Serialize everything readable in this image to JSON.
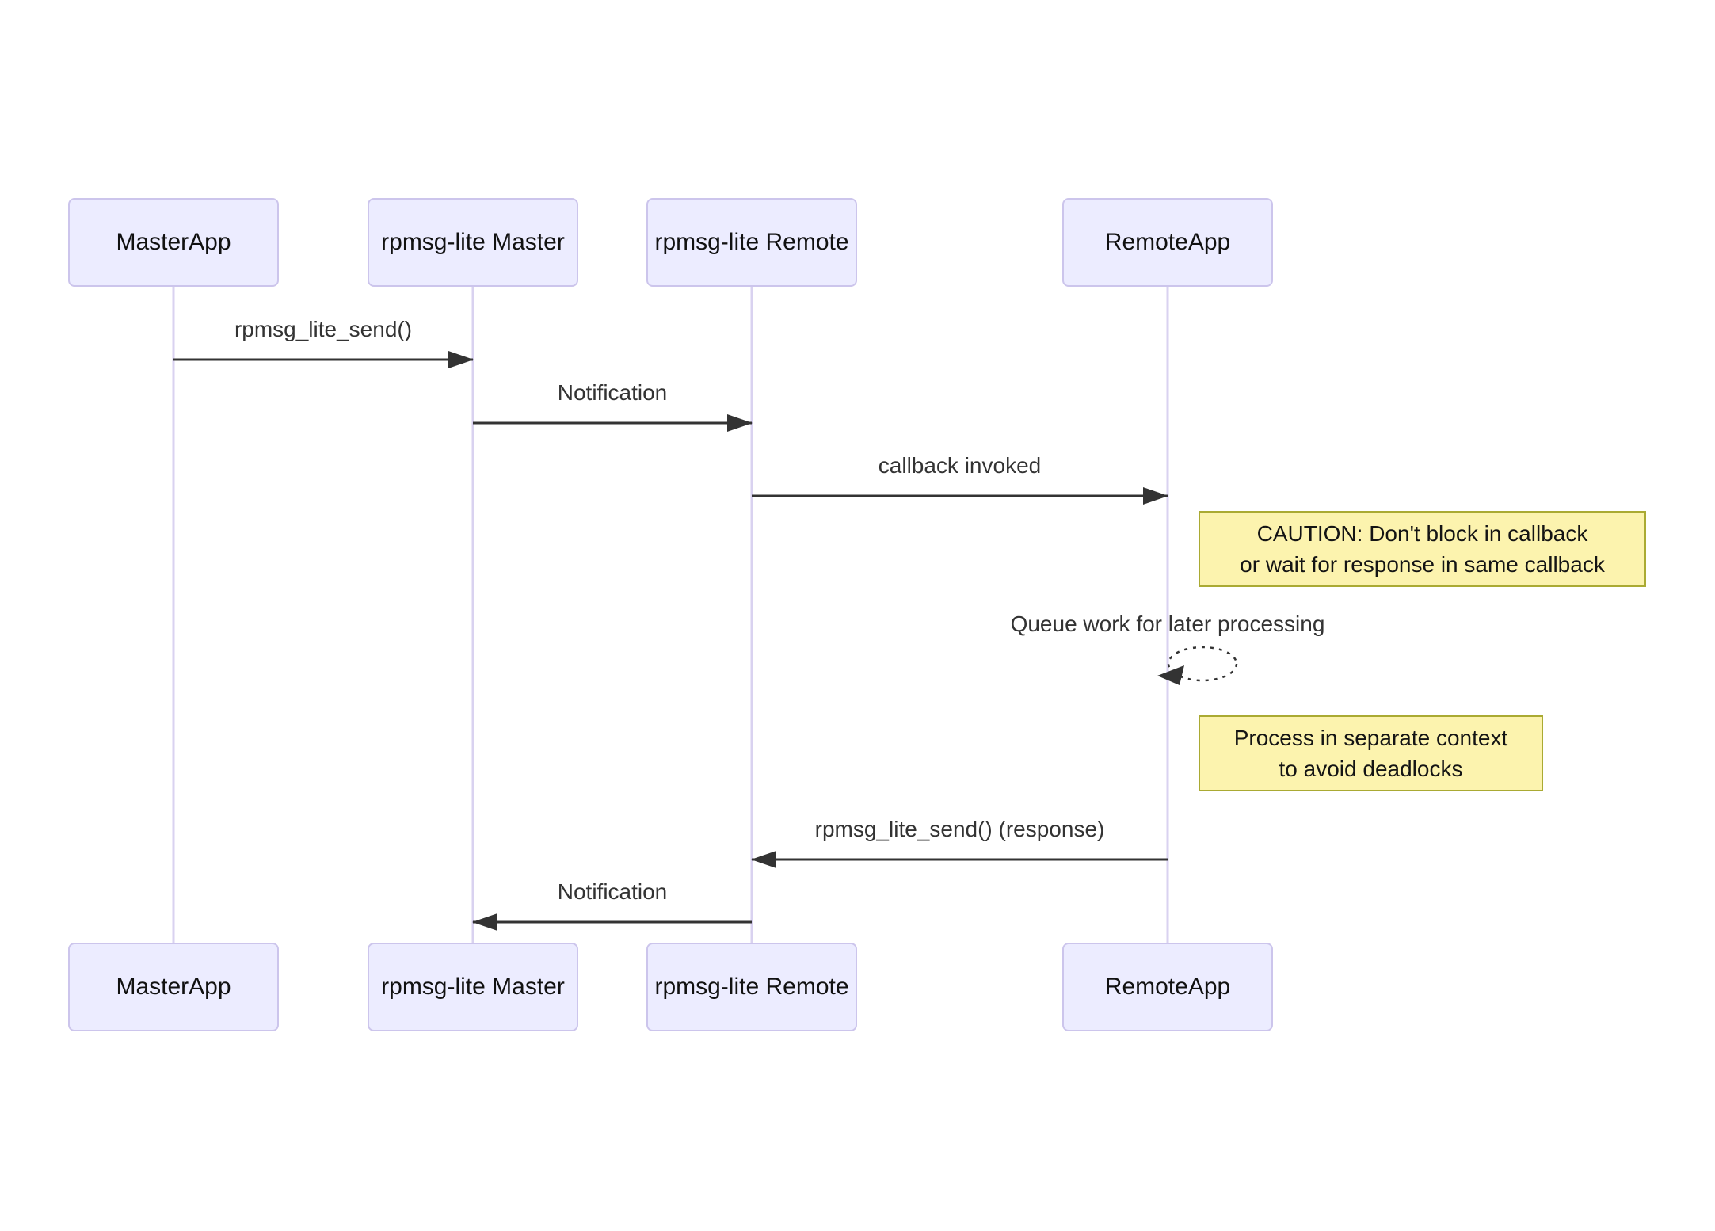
{
  "diagram": {
    "type": "sequence-diagram",
    "actors": [
      {
        "id": "masterapp",
        "label": "MasterApp"
      },
      {
        "id": "rpmsg-master",
        "label": "rpmsg-lite Master"
      },
      {
        "id": "rpmsg-remote",
        "label": "rpmsg-lite Remote"
      },
      {
        "id": "remoteapp",
        "label": "RemoteApp"
      }
    ],
    "messages": [
      {
        "label": "rpmsg_lite_send()",
        "from": "masterapp",
        "to": "rpmsg-master",
        "kind": "solid-arrow"
      },
      {
        "label": "Notification",
        "from": "rpmsg-master",
        "to": "rpmsg-remote",
        "kind": "solid-arrow"
      },
      {
        "label": "callback invoked",
        "from": "rpmsg-remote",
        "to": "remoteapp",
        "kind": "solid-arrow"
      },
      {
        "label": "Queue work for later processing",
        "from": "remoteapp",
        "to": "remoteapp",
        "kind": "self-dashed-arrow"
      },
      {
        "label": "rpmsg_lite_send() (response)",
        "from": "remoteapp",
        "to": "rpmsg-remote",
        "kind": "solid-arrow"
      },
      {
        "label": "Notification",
        "from": "rpmsg-remote",
        "to": "rpmsg-master",
        "kind": "solid-arrow"
      }
    ],
    "notes": [
      {
        "over": "remoteapp",
        "lines": [
          "CAUTION: Don't block in callback",
          "or wait for response in same callback"
        ]
      },
      {
        "over": "remoteapp",
        "lines": [
          "Process in separate context",
          "to avoid deadlocks"
        ]
      }
    ],
    "colors": {
      "actor_fill": "#ECECFF",
      "actor_border": "#CCC5EC",
      "note_fill": "#FCF3AE",
      "note_border": "#AAAA33",
      "lifeline": "#D9D2F0",
      "arrow": "#333333",
      "message_text": "#333333",
      "actor_text": "#111111",
      "background": "#FFFFFF"
    }
  }
}
